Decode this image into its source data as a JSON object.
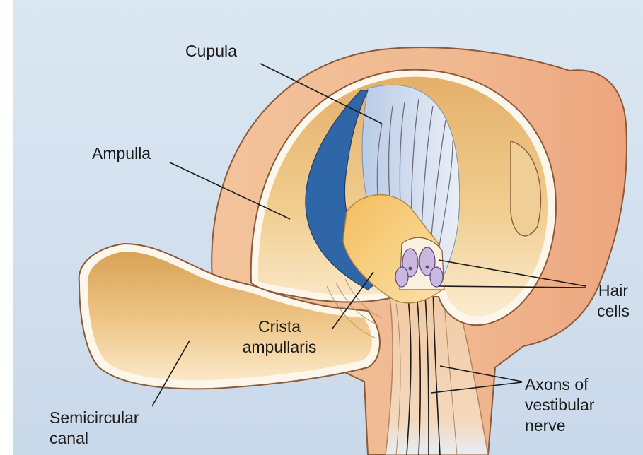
{
  "colors": {
    "background": "#d4e2ef",
    "membrane_wall": "#f0b98e",
    "membrane_edge": "#8a5a3a",
    "endolymph_light": "#fbe9c9",
    "endolymph_dark": "#d9a45a",
    "cupula": "#dbe4f2",
    "cupula_blue": "#2f66a8",
    "crista": "#f7c978",
    "hair_cells": "#cbb8e0",
    "nerve": "#f0c9a4",
    "leader_lines": "#1b1b1b"
  },
  "labels": {
    "cupula": "Cupula",
    "ampulla": "Ampulla",
    "crista": [
      "Crista",
      "ampullaris"
    ],
    "hair_cells": [
      "Hair",
      "cells"
    ],
    "axons": [
      "Axons of",
      "vestibular",
      "nerve"
    ],
    "semicircular_canal": [
      "Semicircular",
      "canal"
    ]
  }
}
